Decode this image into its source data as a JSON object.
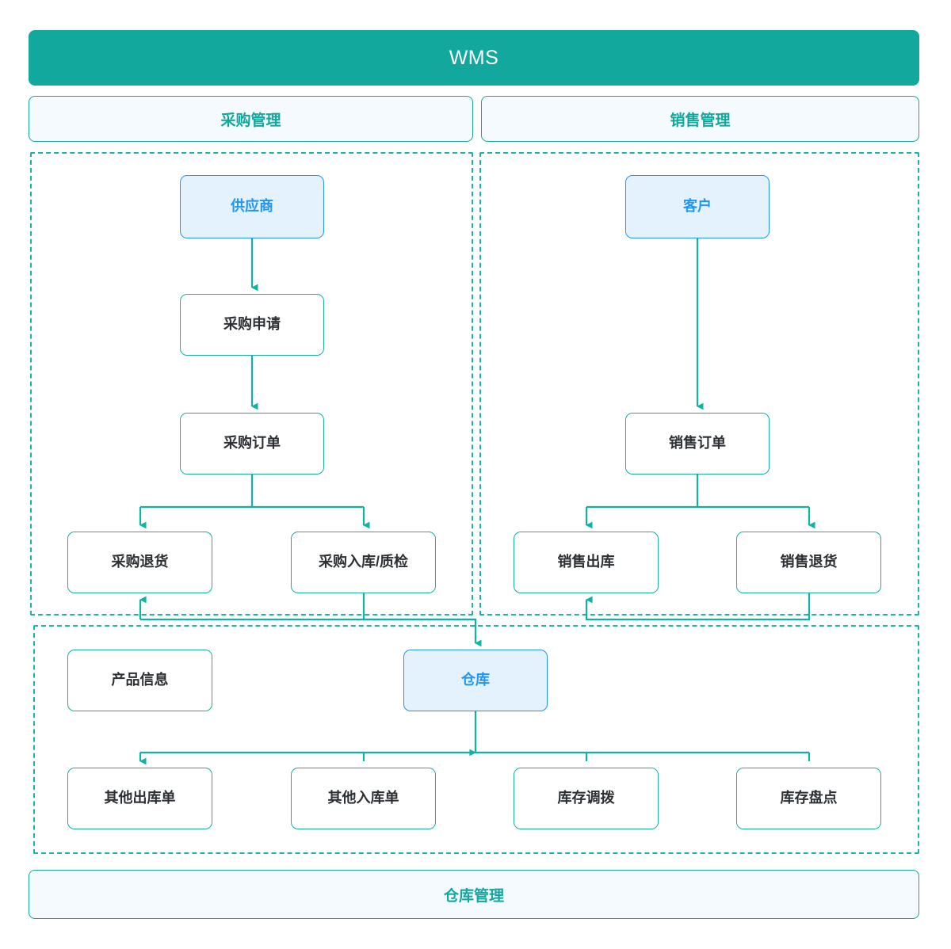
{
  "banner": {
    "title": "WMS"
  },
  "sections": {
    "purchase_header": "采购管理",
    "sales_header": "销售管理",
    "warehouse_footer": "仓库管理"
  },
  "colors": {
    "banner_bg": "#13a89e",
    "teal_border": "#17b0a3",
    "teal_text": "#12a79d",
    "blue_border": "#2196f3",
    "blue_fill": "#e4f2fd",
    "blue_text": "#2196f3",
    "pill_fill": "#f4fafd",
    "node_text": "#2c3034",
    "dashed_border": "#1ab5a5",
    "page_bg": "#ffffff"
  },
  "nodes": {
    "supplier": {
      "label": "供应商",
      "style": "blue"
    },
    "purchase_request": {
      "label": "采购申请",
      "style": "teal"
    },
    "purchase_order": {
      "label": "采购订单",
      "style": "teal"
    },
    "purchase_return": {
      "label": "采购退货",
      "style": "teal"
    },
    "purchase_inbound": {
      "label": "采购入库/质检",
      "style": "teal"
    },
    "customer": {
      "label": "客户",
      "style": "blue"
    },
    "sales_order": {
      "label": "销售订单",
      "style": "teal"
    },
    "sales_outbound": {
      "label": "销售出库",
      "style": "teal"
    },
    "sales_return": {
      "label": "销售退货",
      "style": "teal"
    },
    "product_info": {
      "label": "产品信息",
      "style": "teal"
    },
    "warehouse": {
      "label": "仓库",
      "style": "blue"
    },
    "other_outbound": {
      "label": "其他出库单",
      "style": "teal"
    },
    "other_inbound": {
      "label": "其他入库单",
      "style": "teal"
    },
    "stock_transfer": {
      "label": "库存调拨",
      "style": "teal"
    },
    "stock_count": {
      "label": "库存盘点",
      "style": "teal"
    }
  },
  "edges": [
    {
      "from": "supplier",
      "to": "purchase_request",
      "arrow": true
    },
    {
      "from": "purchase_request",
      "to": "purchase_order",
      "arrow": true
    },
    {
      "from": "purchase_order",
      "to": "purchase_return",
      "arrow": true
    },
    {
      "from": "purchase_order",
      "to": "purchase_inbound",
      "arrow": true
    },
    {
      "from": "customer",
      "to": "sales_order",
      "arrow": true
    },
    {
      "from": "sales_order",
      "to": "sales_outbound",
      "arrow": true
    },
    {
      "from": "sales_order",
      "to": "sales_return",
      "arrow": true
    },
    {
      "from": "purchase_inbound",
      "to": "warehouse",
      "arrow": true
    },
    {
      "from": "sales_return",
      "to": "sales_outbound",
      "arrow": true
    },
    {
      "from": "warehouse",
      "to": "purchase_return",
      "arrow": true
    },
    {
      "from": "other_inbound",
      "to": "warehouse",
      "arrow": true
    },
    {
      "from": "stock_transfer",
      "to": "warehouse",
      "arrow": true
    },
    {
      "from": "stock_count",
      "to": "warehouse",
      "arrow": true
    },
    {
      "from": "warehouse",
      "to": "other_outbound",
      "arrow": true
    }
  ]
}
